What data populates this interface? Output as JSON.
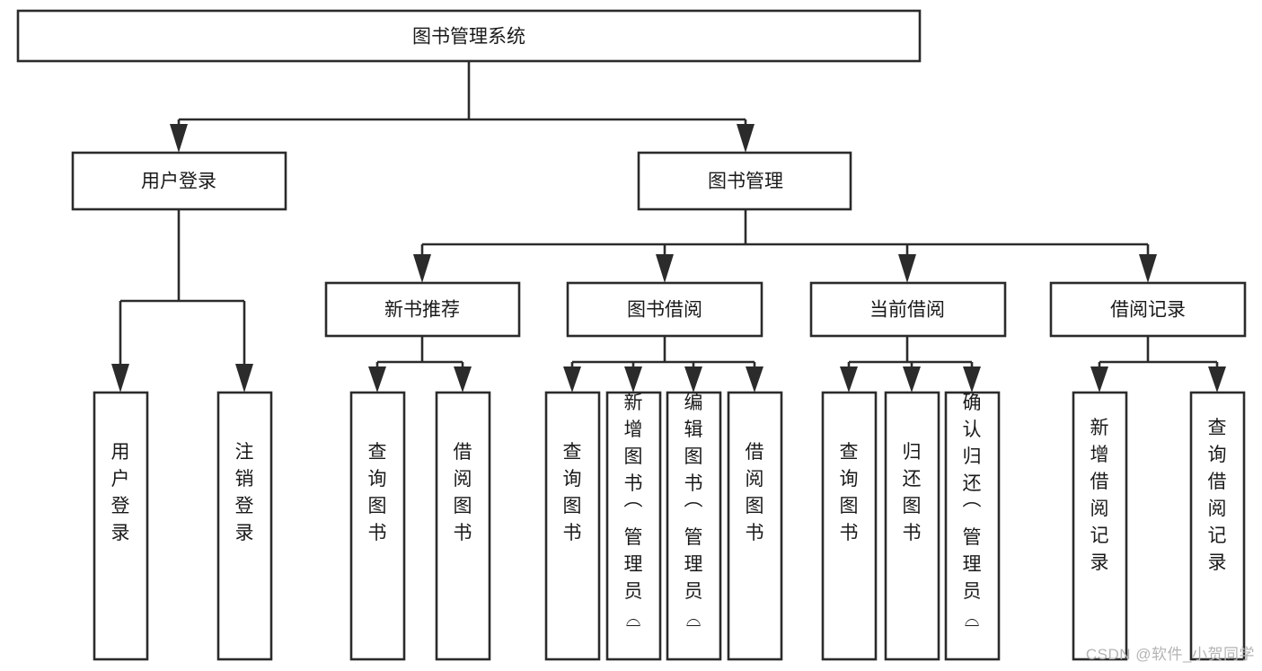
{
  "diagram": {
    "title": "图书管理系统",
    "type": "tree-hierarchy-chart",
    "colors": {
      "stroke": "#2b2b2b",
      "fill": "#ffffff",
      "text": "#1a1a1a",
      "watermark": "#b4b4b4",
      "background": "#ffffff"
    },
    "root": {
      "label": "图书管理系统"
    },
    "level2": [
      {
        "label": "用户登录"
      },
      {
        "label": "图书管理"
      }
    ],
    "level3": [
      {
        "label": "新书推荐"
      },
      {
        "label": "图书借阅"
      },
      {
        "label": "当前借阅"
      },
      {
        "label": "借阅记录"
      }
    ],
    "leaves": {
      "user_login": [
        {
          "label": "用户登录"
        },
        {
          "label": "注销登录"
        }
      ],
      "new_book_recommend": [
        {
          "label": "查询图书"
        },
        {
          "label": "借阅图书"
        }
      ],
      "book_borrow": [
        {
          "label": "查询图书"
        },
        {
          "label": "新增图书（管理员）"
        },
        {
          "label": "编辑图书（管理员）"
        },
        {
          "label": "借阅图书"
        }
      ],
      "current_borrow": [
        {
          "label": "查询图书"
        },
        {
          "label": "归还图书"
        },
        {
          "label": "确认归还（管理员）"
        }
      ],
      "borrow_record": [
        {
          "label": "新增借阅记录"
        },
        {
          "label": "查询借阅记录"
        }
      ]
    }
  },
  "watermark": {
    "text": "CSDN @软件_小贺同学"
  }
}
